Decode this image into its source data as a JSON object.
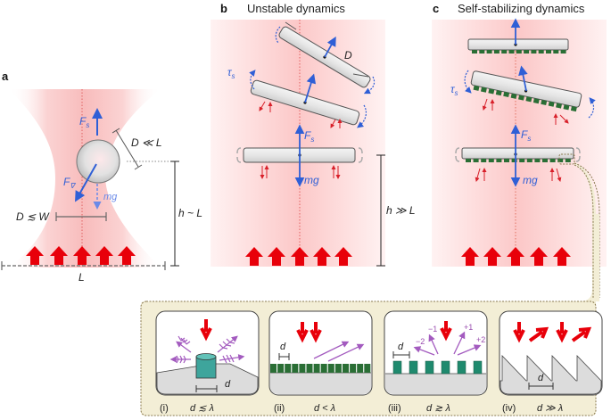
{
  "figure": {
    "panels": {
      "a": {
        "letter": "a",
        "labels": {
          "Fs": "F",
          "Fs_sub": "s",
          "Fgrad": "F",
          "Fgrad_sub": "∇",
          "mg": "mg",
          "D_ll_L": "D ≪ L",
          "D_le_W": "D ≲ W",
          "h_sim_L": "h ~ L",
          "L": "L"
        }
      },
      "b": {
        "letter": "b",
        "title": "Unstable dynamics",
        "labels": {
          "D": "D",
          "tau": "τ",
          "tau_sub": "s",
          "Fs": "F",
          "Fs_sub": "s",
          "mg": "mg",
          "h_gg_L": "h ≫ L"
        }
      },
      "c": {
        "letter": "c",
        "title": "Self-stabilizing dynamics",
        "labels": {
          "tau": "τ",
          "tau_sub": "s",
          "Fs": "F",
          "Fs_sub": "s",
          "mg": "mg"
        }
      }
    },
    "inset": {
      "subpanels": [
        {
          "id": "(i)",
          "condition": "d ≲ λ",
          "d_label": "d"
        },
        {
          "id": "(ii)",
          "condition": "d < λ",
          "d_label": "d"
        },
        {
          "id": "(iii)",
          "condition": "d ≳ λ",
          "d_label": "d",
          "orders": [
            "−2",
            "−1",
            "+1",
            "+2"
          ]
        },
        {
          "id": "(iv)",
          "condition": "d ≫ λ",
          "d_label": "d"
        }
      ]
    },
    "colors": {
      "beam": "#f7b8b8",
      "force_blue": "#2f5fd6",
      "light_red": "#e8000a",
      "scatter_purple": "#a35bbf",
      "structure_green": "#2a6e35",
      "pillar_teal": "#3ea59c",
      "inset_bg": "#f3eed6",
      "inset_border": "#8a7a50"
    }
  }
}
